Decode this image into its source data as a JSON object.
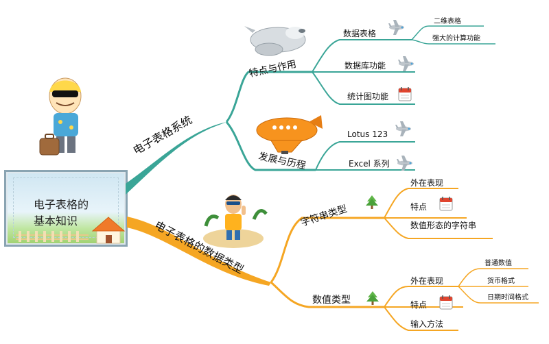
{
  "center": {
    "line1": "电子表格的",
    "line2": "基本知识"
  },
  "branches": [
    {
      "label": "电子表格系统",
      "color": "#3aa597",
      "children": [
        {
          "label": "特点与作用",
          "children": [
            {
              "label": "数据表格",
              "icon": "airplane-icon",
              "children": [
                "二维表格",
                "强大的计算功能"
              ]
            },
            {
              "label": "数据库功能",
              "icon": "airplane-icon"
            },
            {
              "label": "统计图功能",
              "icon": "calendar-icon"
            }
          ]
        },
        {
          "label": "发展与历程",
          "children": [
            {
              "label": "Lotus 123",
              "icon": "airplane-icon"
            },
            {
              "label": "Excel 系列",
              "icon": "airplane-icon"
            }
          ]
        }
      ]
    },
    {
      "label": "电子表格的数据类型",
      "color": "#f5a623",
      "children": [
        {
          "label": "字符串类型",
          "icon": "tree-icon",
          "children": [
            {
              "label": "外在表现"
            },
            {
              "label": "特点",
              "icon": "calendar-icon"
            },
            {
              "label": "数值形态的字符串"
            }
          ]
        },
        {
          "label": "数值类型",
          "icon": "tree-icon",
          "children": [
            {
              "label": "外在表现",
              "children": [
                "普通数值",
                "货币格式",
                "日期时间格式"
              ]
            },
            {
              "label": "特点",
              "icon": "calendar-icon"
            },
            {
              "label": "输入方法"
            }
          ]
        }
      ]
    }
  ],
  "colors": {
    "teal": "#3aa597",
    "orange": "#f5a623",
    "center_border": "#8aa4b2"
  }
}
